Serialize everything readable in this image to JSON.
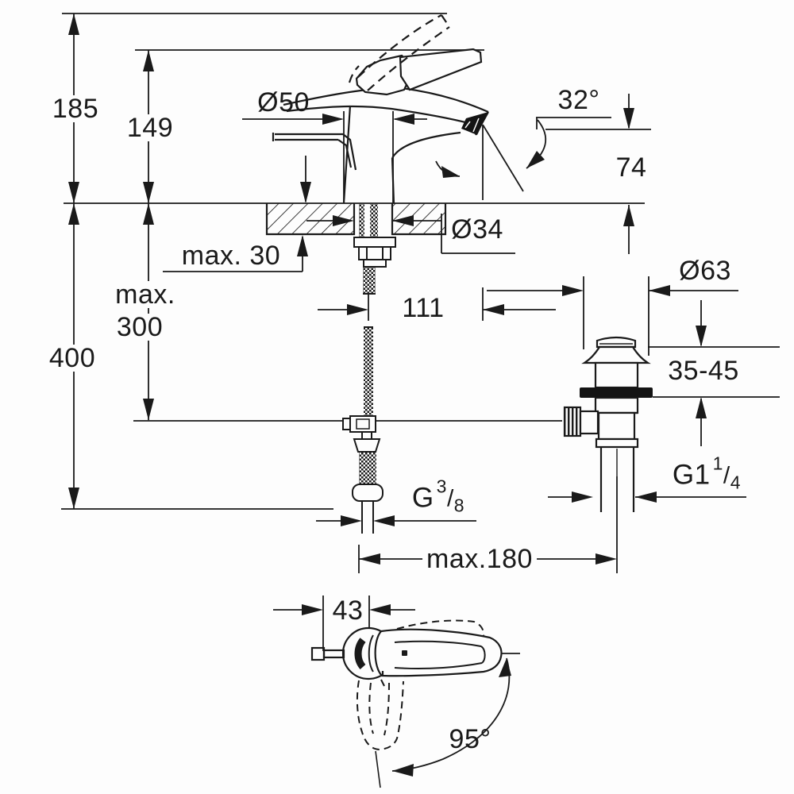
{
  "drawing_type": "faucet dimensional diagram",
  "dimensions": {
    "total_height": "185",
    "lever_height": "149",
    "base_diameter": "Ø50",
    "spout_angle": "32°",
    "spout_outlet_height": "74",
    "deck_thickness": "max. 30",
    "hole_diameter": "Ø34",
    "rod_depth_line1": "max.",
    "rod_depth_line2": "300",
    "supply_length": "400",
    "spout_reach": "111",
    "waste_flange_diameter": "Ø63",
    "basin_thickness": "35-45",
    "waste_offset": "max.180",
    "handle_projection": "43",
    "handle_swing_angle": "95°",
    "waste_thread": {
      "base": "G1",
      "numerator": "1",
      "slash": "/",
      "denominator": "4"
    },
    "supply_thread": {
      "base": "G",
      "numerator": "3",
      "slash": "/",
      "denominator": "8"
    }
  },
  "colors": {
    "line": "#1a1a1a",
    "background": "#fdfdfd"
  }
}
